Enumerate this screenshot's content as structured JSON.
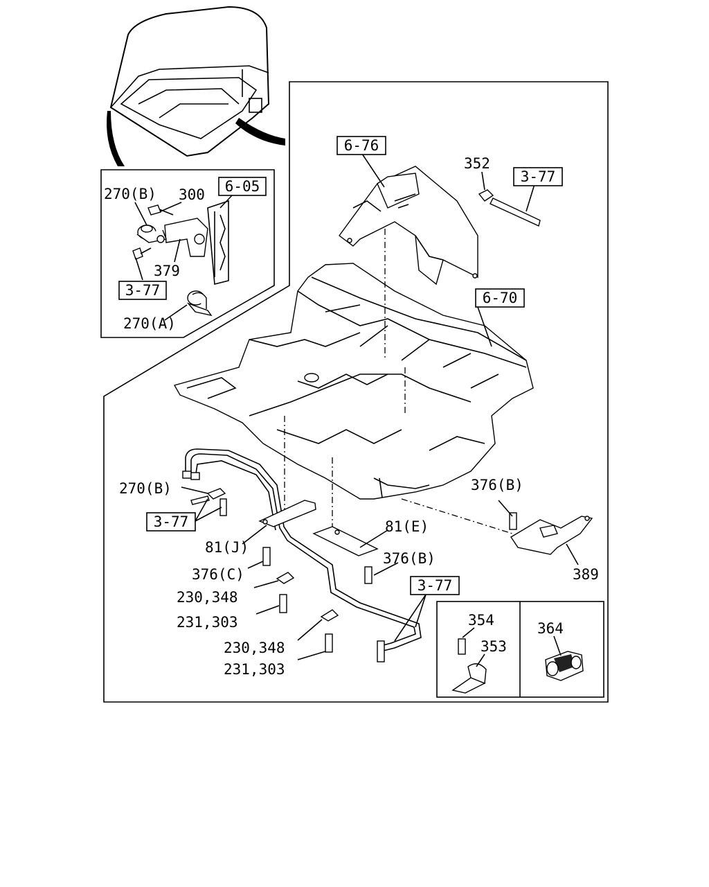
{
  "labels": {
    "ref_605": "6-05",
    "ref_676": "6-76",
    "ref_670": "6-70",
    "ref_377_inset": "3-77",
    "ref_377_top": "3-77",
    "ref_377_left": "3-77",
    "ref_377_bottom": "3-77",
    "p270b_inset": "270(B)",
    "p300": "300",
    "p379": "379",
    "p270a": "270(A)",
    "p352": "352",
    "p270b_main": "270(B)",
    "p81j": "81(J)",
    "p376c": "376(C)",
    "p230_348_a": "230,348",
    "p231_303_a": "231,303",
    "p230_348_b": "230,348",
    "p231_303_b": "231,303",
    "p81e": "81(E)",
    "p376b_mid": "376(B)",
    "p376b_right": "376(B)",
    "p389": "389",
    "p354": "354",
    "p353": "353",
    "p364": "364"
  }
}
